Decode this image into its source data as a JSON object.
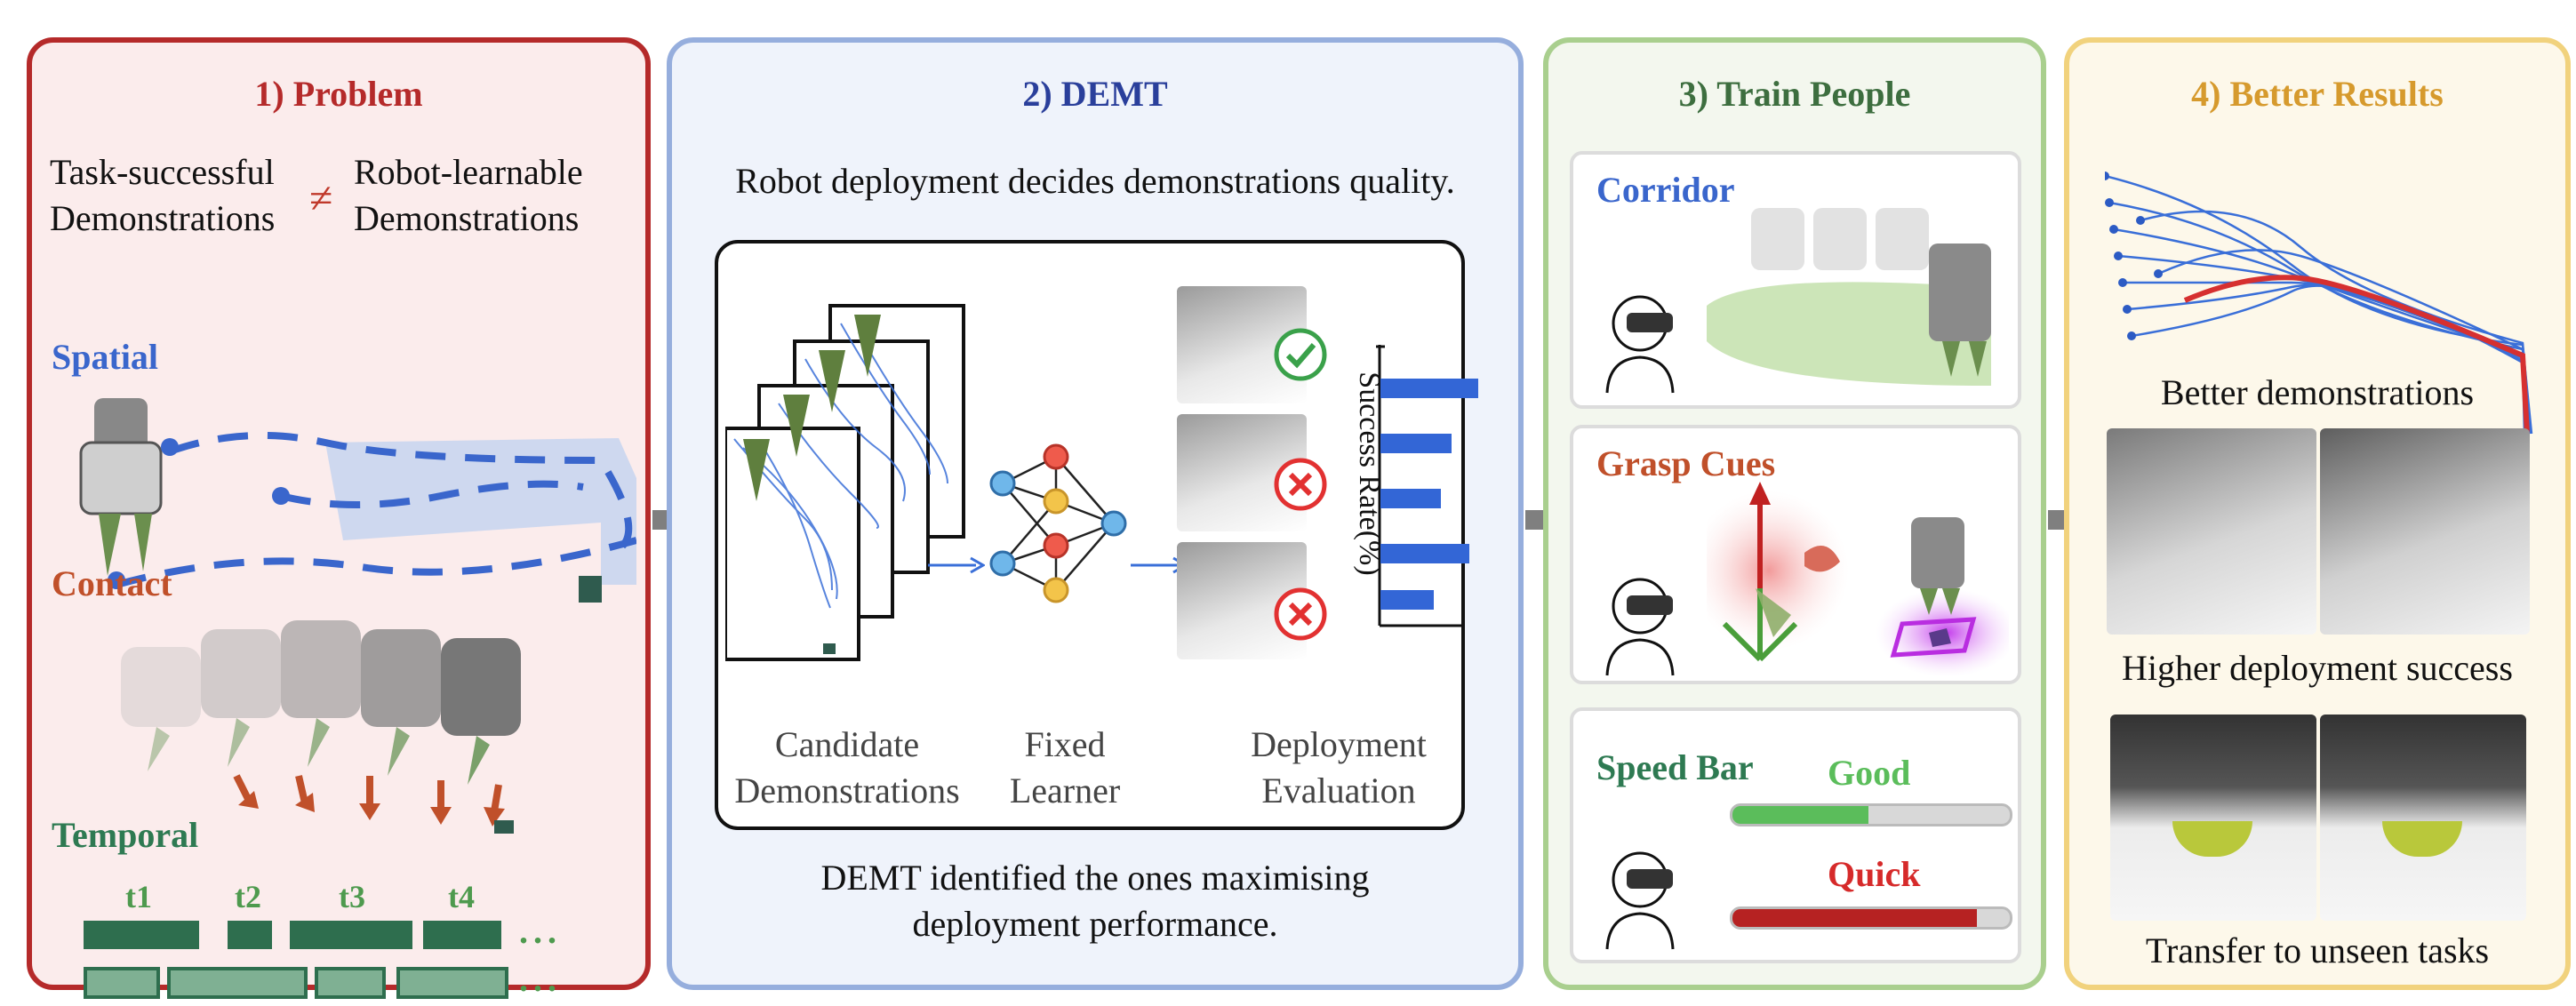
{
  "panels": {
    "problem": {
      "title": "1) Problem",
      "left_line1": "Task-successful",
      "left_line2": "Demonstrations",
      "neq": "≠",
      "right_line1": "Robot-learnable",
      "right_line2": "Demonstrations",
      "spatial": "Spatial",
      "contact": "Contact",
      "temporal": "Temporal",
      "ticks": [
        "t1",
        "t2",
        "t3",
        "t4"
      ],
      "ellipsis": "..."
    },
    "demt": {
      "title": "2) DEMT",
      "subtitle": "Robot deployment decides demonstrations quality.",
      "candidate_line1": "Candidate",
      "candidate_line2": "Demonstrations",
      "learner_line1": "Fixed",
      "learner_line2": "Learner",
      "eval_line1": "Deployment",
      "eval_line2": "Evaluation",
      "axis_label": "Success Rate(%)",
      "bottom_line1": "DEMT identified the ones maximising",
      "bottom_line2": "deployment performance."
    },
    "train": {
      "title": "3) Train People",
      "corridor": "Corridor",
      "grasp": "Grasp Cues",
      "speed": "Speed Bar",
      "good": "Good",
      "quick": "Quick"
    },
    "results": {
      "title": "4) Better Results",
      "cap1": "Better demonstrations",
      "cap2": "Higher deployment success",
      "cap3": "Transfer to unseen tasks"
    }
  },
  "colors": {
    "problem": "#b52a2a",
    "demt": "#2a3f9b",
    "train": "#3d6e3f",
    "results": "#d69a2d",
    "spatial": "#3a66cc",
    "contact": "#c0502a",
    "temporal": "#2e7a52"
  }
}
